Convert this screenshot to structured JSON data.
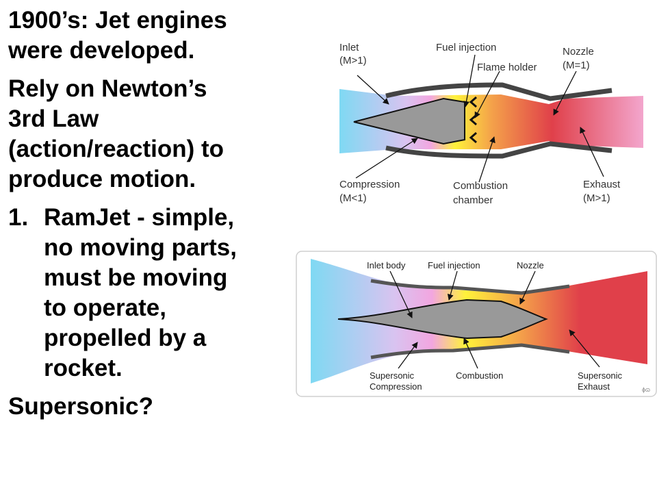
{
  "slide": {
    "heading": [
      "1900’s: Jet engines",
      "were developed."
    ],
    "intro": [
      "Rely on Newton’s",
      "3rd Law",
      "(action/reaction) to",
      "produce motion."
    ],
    "list": [
      {
        "number": "1.",
        "lines": [
          "RamJet - simple,",
          "no moving parts,",
          "must be moving",
          "to operate,",
          "propelled by a",
          "rocket."
        ]
      }
    ],
    "trailing": "Supersonic?"
  },
  "diagram_1": {
    "labels": {
      "inlet": "Inlet",
      "inlet_mach": "(M>1)",
      "fuel_injection": "Fuel injection",
      "flame_holder": "Flame holder",
      "nozzle": "Nozzle",
      "nozzle_mach": "(M=1)",
      "compression": "Compression",
      "compression_mach": "(M<1)",
      "combustion": "Combustion",
      "chamber": "chamber",
      "exhaust": "Exhaust",
      "exhaust_mach": "(M>1)"
    }
  },
  "diagram_2": {
    "labels": {
      "inlet_body": "Inlet body",
      "fuel_injection": "Fuel injection",
      "nozzle": "Nozzle",
      "supersonic_1": "Supersonic",
      "compression": "Compression",
      "combustion": "Combustion",
      "supersonic_2": "Supersonic",
      "exhaust": "Exhaust",
      "signature": "ɸɷ"
    }
  },
  "colors": {
    "cyan": "#7fd9f3",
    "lavender": "#d9c3f0",
    "pink": "#f2a6e0",
    "yellow": "#fff23a",
    "orange": "#f4a24a",
    "red": "#e0404a",
    "exhaust_pink": "#f3a6cd",
    "body_gray": "#999999"
  }
}
